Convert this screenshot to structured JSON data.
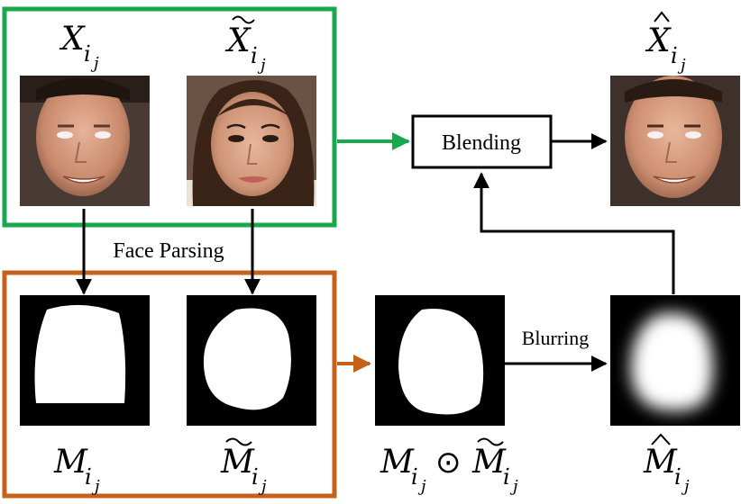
{
  "labels": {
    "face_parsing": "Face Parsing",
    "blending": "Blending",
    "blurring": "Blurring"
  },
  "math": {
    "x_base": "X",
    "x_tilde_base": "X",
    "x_hat_base": "X",
    "sub_i": "i",
    "sub_j": "j",
    "m_base": "M",
    "m_tilde_base": "M",
    "m_hat_base": "M",
    "odot": "⊙"
  },
  "colors": {
    "green_box": "#1aa84f",
    "orange_box": "#c5611b",
    "arrow": "#000000",
    "mask_bg": "#000000",
    "mask_fg": "#ffffff"
  }
}
